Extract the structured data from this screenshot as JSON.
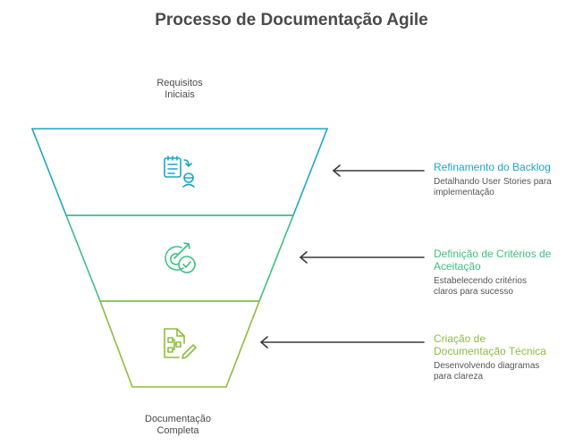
{
  "title": "Processo de Documentação Agile",
  "top_label": "Requisitos\nIniciais",
  "bottom_label": "Documentação\nCompleta",
  "steps": [
    {
      "heading": "Refinamento do Backlog",
      "description": "Detalhando User Stories para\nimplementação",
      "icon": "backlog-icon",
      "color": "#1fa5c7"
    },
    {
      "heading": "Definição de Critérios de\nAceitação",
      "description": "Estabelecendo critérios\nclaros para sucesso",
      "icon": "target-check-icon",
      "color": "#3dbf82"
    },
    {
      "heading": "Criação de\nDocumentação Técnica",
      "description": "Desenvolvendo diagramas\npara clareza",
      "icon": "document-edit-icon",
      "color": "#8cbd3f"
    }
  ]
}
